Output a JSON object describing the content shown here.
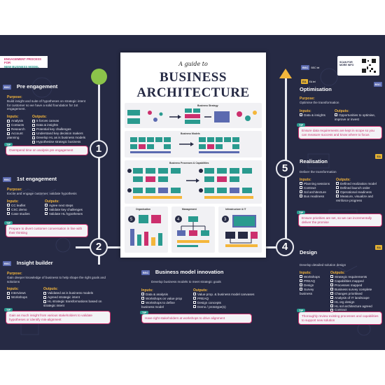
{
  "header": {
    "brand_line1": "ENGAGEMENT PROCESS FOR",
    "brand_line2": "NEW BUSINESS MODEL",
    "tag_bsc": "BSC",
    "tag_bsc_full": "BSC tel",
    "tag_ea": "EA",
    "tag_ea_full": "EA tel",
    "qr_text": "SCAN FOR MORE INFO"
  },
  "cover": {
    "script": "A guide to",
    "title_line1": "BUSINESS",
    "title_line2": "ARCHITECTURE",
    "section_strategy": "Business Strategy",
    "section_models": "Business Models",
    "section_processes": "Business Processes & Capabilities",
    "section_org": "Organisation",
    "section_mgmt": "Management",
    "section_infra": "Infrastructure & IT"
  },
  "steps": {
    "s1": "1",
    "s2": "2",
    "s3": "3",
    "s4": "4",
    "s5": "5"
  },
  "pre_engagement": {
    "tag": "BSC",
    "title": "Pre engagement",
    "purpose_label": "Purpose:",
    "purpose": "Build insight and suite of hypotheses on strategic intent for customer so we have a solid foundation for 1st engagement.",
    "inputs_label": "Inputs:",
    "outputs_label": "Outputs:",
    "inputs": [
      "Analysis",
      "Contacts",
      "Research",
      "Account planning"
    ],
    "outputs": [
      "5 forces canvas",
      "Data & insights",
      "Potential key challenges",
      "Understand key decision makers",
      "Develop HL as is business models",
      "Hypothesise strategic business"
    ],
    "tip_label": "TIP",
    "tip": "Overspend time on analysis pre engagement"
  },
  "first_engagement": {
    "tag": "BSC",
    "title": "1st engagement",
    "purpose_label": "Purpose:",
    "purpose": "Excite and engage customer, validate hypothesis",
    "inputs_label": "Inputs:",
    "outputs_label": "Outputs:",
    "inputs": [
      "CC leaflet",
      "CSC demo",
      "Case studies"
    ],
    "outputs": [
      "Agree next steps",
      "Validate key challenges",
      "Validate HL hypotheses"
    ],
    "tip_label": "TIP",
    "tip": "Prepare to divert customer conversation in line with their thinking"
  },
  "insight_builder": {
    "tag": "BSC",
    "title": "Insight builder",
    "purpose_label": "Purpose:",
    "purpose": "Gain deeper knowledge of business to help shape the right goals and solutions",
    "inputs_label": "Inputs:",
    "outputs_label": "Outputs:",
    "inputs": [
      "Interviews",
      "Workshops"
    ],
    "outputs": [
      "Validated as is business models",
      "Agreed strategic intent",
      "HL strategic transformations based on strategic intent"
    ],
    "tip_label": "TIP",
    "tip": "Gain as much insight from various stakeholders to validate hypotheses or identify mis-alignment"
  },
  "bm_innovation": {
    "tag": "BSC",
    "title": "Business model innovation",
    "purpose": "Develop business models to meet strategic goals",
    "inputs_label": "Inputs:",
    "outputs_label": "Outputs:",
    "inputs": [
      "Data & analysis",
      "Workshops on value prop",
      "Workshops to define business model"
    ],
    "outputs": [
      "Value prop. & business model canvases",
      "PREAQ",
      "Design concepts",
      "Demo / prototype(s)"
    ],
    "tip_label": "TIP",
    "tip": "Have right stakeholders at workshops to drive alignment"
  },
  "design": {
    "tag": "EA",
    "title": "Design",
    "purpose": "Develop detailed solution design",
    "inputs_label": "Inputs:",
    "outputs_label": "Outputs:",
    "inputs": [
      "Workshops",
      "PREAQ",
      "Design",
      "Survey business"
    ],
    "outputs": [
      "Strategic requirements",
      "Capabilities mapped",
      "Processes mapped",
      "Business survey complete",
      "Changes prioritised",
      "Analysis of IT landscape",
      "HL org design",
      "HL sol architecture agreed",
      "Contract"
    ],
    "tip_label": "TIP",
    "tip": "Thoroughly review existing processes and capabilities to support new solution"
  },
  "realisation": {
    "tag": "EA",
    "title": "Realisation",
    "purpose": "Deliver the transformation",
    "inputs_label": "Inputs:",
    "outputs_label": "Outputs:",
    "inputs": [
      "Planning sessions",
      "Contract",
      "Sol architecture",
      "Bus readiness"
    ],
    "outputs": [
      "Defined realization model",
      "Defined launch order",
      "Operational readiness",
      "Measure, visualize and reinforce progress"
    ],
    "tip_label": "TIP",
    "tip": "Ensure priorities are set, so we can incrementally deliver the promise"
  },
  "optimisation": {
    "tag": "BSC",
    "title": "Optimisation",
    "purpose_label": "Purpose:",
    "purpose": "Optimise the transformation",
    "inputs_label": "Inputs:",
    "outputs_label": "Outputs:",
    "inputs": [
      "Data & insights"
    ],
    "outputs": [
      "Opportunities to optimise, improve or invest"
    ],
    "tip_label": "TIP",
    "tip": "Ensure data requirements are kept in scope so you can measure success and know where to focus"
  },
  "colors": {
    "bg": "#262a44",
    "teal": "#2a9a8f",
    "pink": "#cc2f6d",
    "yellow": "#f4b63b",
    "start_green": "#8bc34a"
  }
}
